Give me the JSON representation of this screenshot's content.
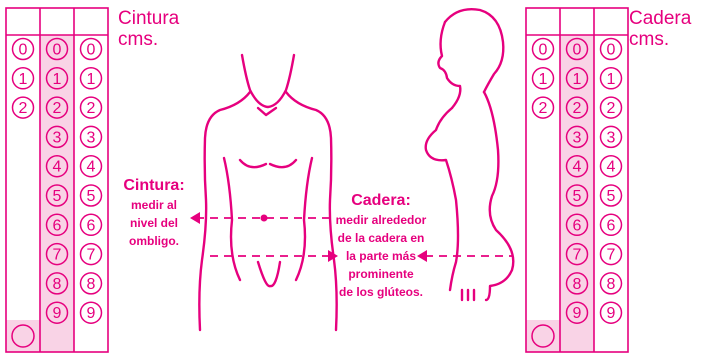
{
  "waist_grid": {
    "title_line1": "Cintura",
    "title_line2": "cms.",
    "columns": [
      [
        "0",
        "1",
        "2"
      ],
      [
        "0",
        "1",
        "2",
        "3",
        "4",
        "5",
        "6",
        "7",
        "8",
        "9"
      ],
      [
        "0",
        "1",
        "2",
        "3",
        "4",
        "5",
        "6",
        "7",
        "8",
        "9"
      ]
    ]
  },
  "hip_grid": {
    "title_line1": "Cadera",
    "title_line2": "cms.",
    "columns": [
      [
        "0",
        "1",
        "2"
      ],
      [
        "0",
        "1",
        "2",
        "3",
        "4",
        "5",
        "6",
        "7",
        "8",
        "9"
      ],
      [
        "0",
        "1",
        "2",
        "3",
        "4",
        "5",
        "6",
        "7",
        "8",
        "9"
      ]
    ]
  },
  "waist_note": {
    "heading": "Cintura:",
    "lines": [
      "medir al",
      "nivel del",
      "ombligo."
    ]
  },
  "hip_note": {
    "heading": "Cadera:",
    "lines": [
      "medir alrededor",
      "de la cadera en",
      "la parte más",
      "prominente",
      "de los glúteos."
    ]
  },
  "colors": {
    "accent": "#e6007e",
    "shade": "#f9d3e6"
  }
}
